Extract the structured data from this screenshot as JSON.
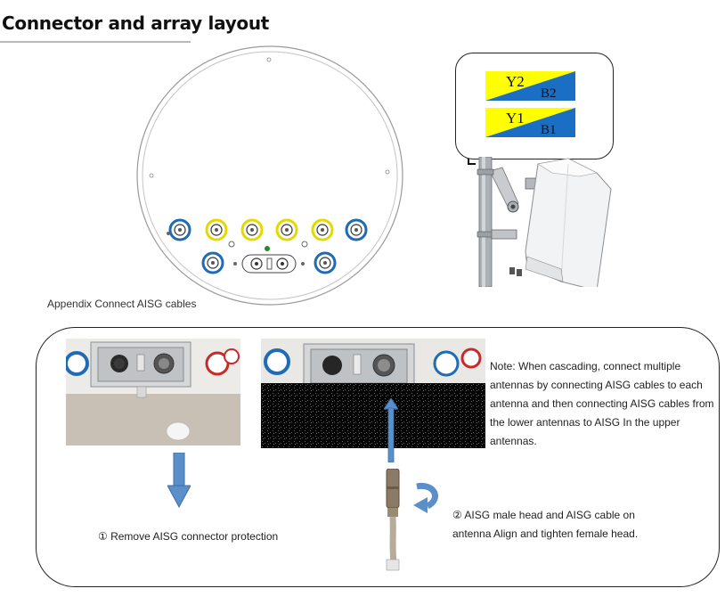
{
  "header": {
    "title": "Connector and array layout"
  },
  "figure": {
    "appendix_caption": "Appendix Connect AISG cables"
  },
  "label_box": {
    "panels": [
      {
        "y_label": "Y2",
        "b_label": "B2"
      },
      {
        "y_label": "Y1",
        "b_label": "B1"
      }
    ],
    "colors": {
      "yellow": "#ffff00",
      "blue": "#1a6fc4"
    }
  },
  "instructions": {
    "note": "Note: When cascading, connect multiple antennas by connecting AISG cables to each antenna and then connecting AISG cables from the lower antennas to AISG In the upper antennas.",
    "step1": "① Remove AISG connector protection",
    "step2": "② AISG male head and AISG cable on antenna Align and tighten female head.",
    "arrow_color": "#5b8fc9"
  }
}
